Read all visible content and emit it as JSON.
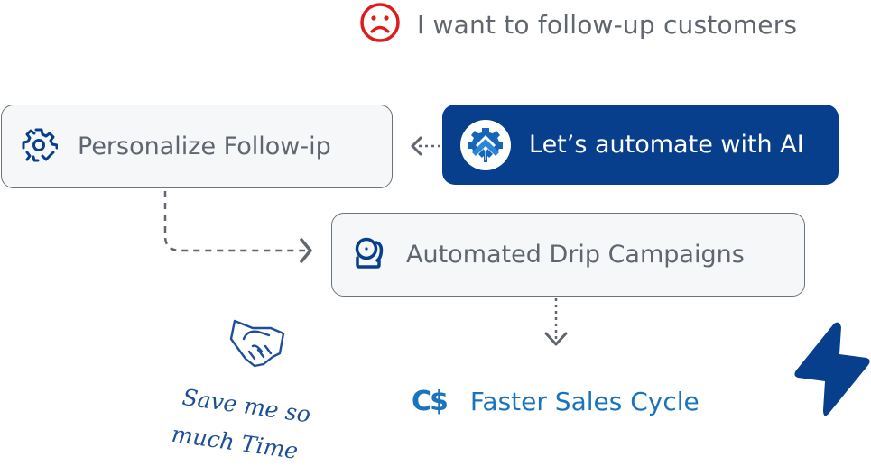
{
  "problem": {
    "icon": "sad-face-icon",
    "text": "I want to follow-up customers",
    "color": "#e01b1b"
  },
  "steps": {
    "ai": {
      "label": "Let’s automate with AI",
      "icon": "ai-logo-icon",
      "background": "#073f8c"
    },
    "personalize": {
      "label": "Personalize Follow-ip",
      "icon": "gear-check-icon"
    },
    "drip": {
      "label": "Automated Drip Campaigns",
      "icon": "bell-icon"
    }
  },
  "result": {
    "icon_text": "C$",
    "icon": "canadian-dollar-icon",
    "label": "Faster Sales Cycle",
    "color": "#1a74bd"
  },
  "testimonial": {
    "icon": "handshake-icon",
    "line1": "Save me so",
    "line2": "much Time"
  },
  "decoration": {
    "icon": "lightning-bolt-icon",
    "color": "#073f8c"
  },
  "connectors": [
    {
      "from": "ai",
      "to": "personalize",
      "style": "dotted"
    },
    {
      "from": "personalize",
      "to": "drip",
      "style": "dashed"
    },
    {
      "from": "drip",
      "to": "result",
      "style": "dotted"
    }
  ]
}
